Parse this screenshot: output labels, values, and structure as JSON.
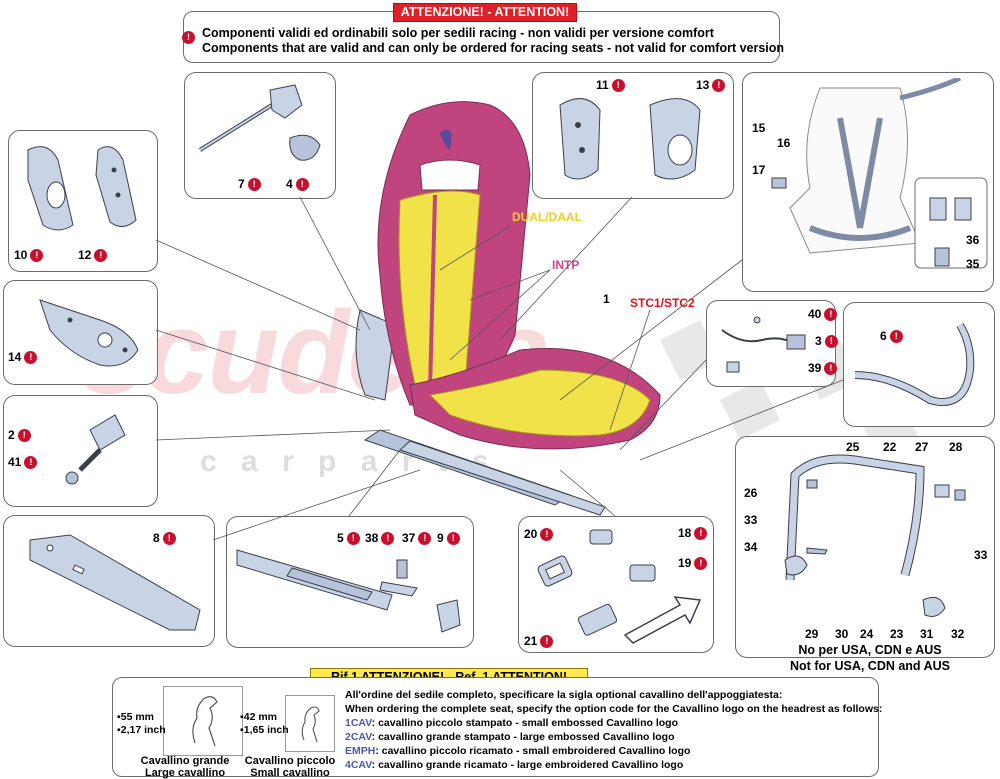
{
  "attention_banner": {
    "title": "ATTENZIONE! - ATTENTION!",
    "line_it": "Componenti validi ed ordinabili solo per sedili  racing - non validi per versione  comfort",
    "line_en": "Components that are valid and can only be ordered for racing  seats - not valid for comfort version"
  },
  "labels": {
    "dual": "DUAL/DAAL",
    "intp": "INTP",
    "stc": "STC1/STC2",
    "seat_ref": "1"
  },
  "callouts": {
    "p2": "2",
    "p3": "3",
    "p4": "4",
    "p5": "5",
    "p6": "6",
    "p7": "7",
    "p8": "8",
    "p9": "9",
    "p10": "10",
    "p11": "11",
    "p12": "12",
    "p13": "13",
    "p14": "14",
    "p15": "15",
    "p16": "16",
    "p17": "17",
    "p18": "18",
    "p19": "19",
    "p20": "20",
    "p21": "21",
    "p22": "22",
    "p23": "23",
    "p24": "24",
    "p25": "25",
    "p26": "26",
    "p27": "27",
    "p28": "28",
    "p29": "29",
    "p30": "30",
    "p31": "31",
    "p32": "32",
    "p33a": "33",
    "p33b": "33",
    "p34": "34",
    "p35": "35",
    "p36": "36",
    "p37": "37",
    "p38": "38",
    "p39": "39",
    "p40": "40",
    "p41": "41"
  },
  "market_note": {
    "it": "No per USA, CDN e AUS",
    "en": "Not for USA, CDN and AUS"
  },
  "ref_attention": "Rif.1 ATTENZIONE! - Ref. 1 ATTENTION!",
  "logo_sizes": {
    "large": {
      "mm": "55 mm",
      "inch": "2,17 inch",
      "caption_it": "Cavallino grande",
      "caption_en": "Large cavallino"
    },
    "small": {
      "mm": "42 mm",
      "inch": "1,65 inch",
      "caption_it": "Cavallino piccolo",
      "caption_en": "Small cavallino"
    }
  },
  "option_note": {
    "intro_it": "All'ordine del sedile completo, specificare la sigla optional cavallino dell'appoggiatesta:",
    "intro_en": "When ordering the complete seat, specify the option code for the Cavallino logo on the headrest as follows:",
    "codes": [
      {
        "code": "1CAV",
        "text": ": cavallino piccolo stampato - small embossed Cavallino logo"
      },
      {
        "code": "2CAV",
        "text": ": cavallino grande stampato - large embossed Cavallino logo"
      },
      {
        "code": "EMPH",
        "text": ": cavallino piccolo ricamato - small embroidered Cavallino logo"
      },
      {
        "code": "4CAV",
        "text": ": cavallino grande ricamato - large embroidered Cavallino logo"
      }
    ]
  },
  "watermark": {
    "brand": "scuderia",
    "sub": "c a r   p a r t s"
  },
  "colors": {
    "warning_red": "#e02027",
    "seat_magenta": "#c0457e",
    "seat_yellow": "#f2e24a",
    "part_blue": "#c9d3e6",
    "code_blue": "#4a59a8",
    "ref_yellow": "#ffe94d"
  }
}
